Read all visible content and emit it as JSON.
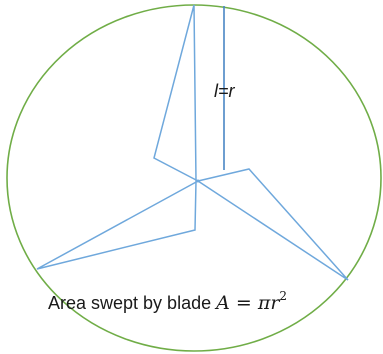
{
  "diagram": {
    "radius_label": "l=r",
    "caption_text": "Area swept by blade ",
    "caption_math": "A = πr",
    "caption_exponent": "2",
    "colors": {
      "circle": "#70ad47",
      "blades": "#6fa8dc",
      "radius_line": "#4a86c5",
      "text": "#1a1a1a"
    }
  }
}
